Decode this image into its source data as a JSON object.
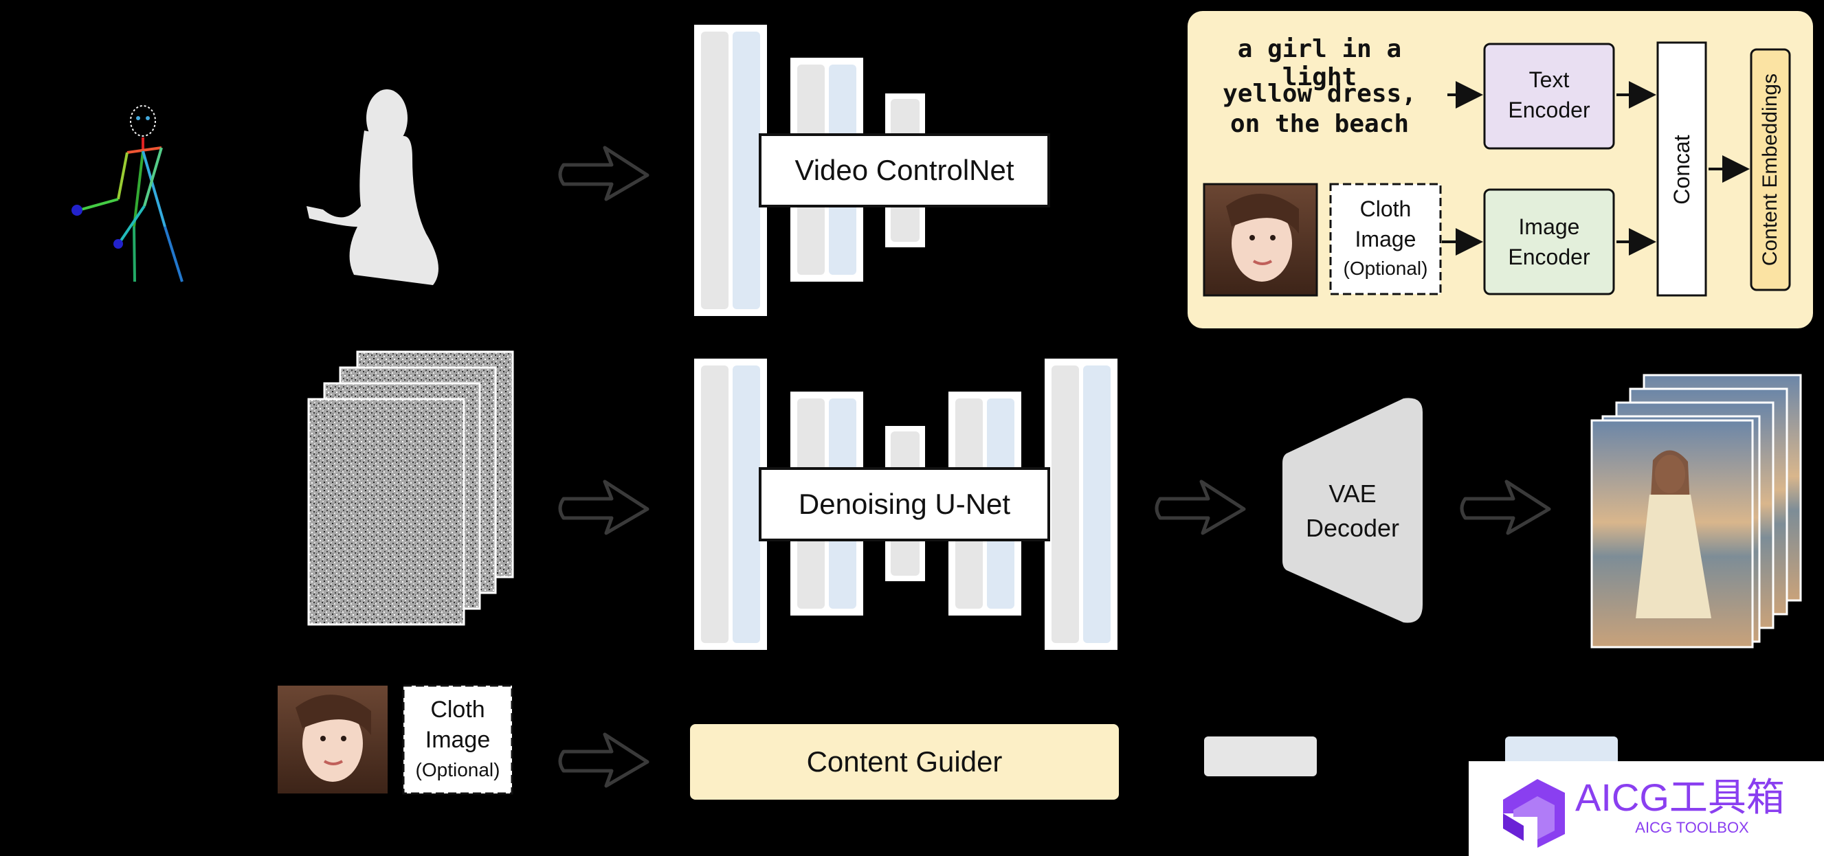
{
  "modules": {
    "video_controlnet": "Video ControlNet",
    "denoising_unet": "Denoising U-Net",
    "vae_decoder_line1": "VAE",
    "vae_decoder_line2": "Decoder",
    "content_guider": "Content Guider"
  },
  "inputs": {
    "cloth_line1": "Cloth",
    "cloth_line2": "Image",
    "cloth_line3": "(Optional)"
  },
  "content_guider_detail": {
    "prompt_line1": "a girl in a light",
    "prompt_line2": "yellow dress,",
    "prompt_line3": "on the beach",
    "text_encoder_line1": "Text",
    "text_encoder_line2": "Encoder",
    "image_encoder_line1": "Image",
    "image_encoder_line2": "Encoder",
    "concat": "Concat",
    "content_embeddings": "Content Embeddings",
    "cloth_line1": "Cloth",
    "cloth_line2": "Image",
    "cloth_line3": "(Optional)"
  },
  "watermark": {
    "title": "AICG工具箱",
    "subtitle": "AICG TOOLBOX"
  },
  "colors": {
    "background": "#000000",
    "panel_yellow": "#fcefc6",
    "block_gray": "#e6e6e6",
    "block_blue": "#dde8f4",
    "text_encoder": "#e9dff2",
    "image_encoder": "#e3efdb",
    "embeddings": "#fbe3a3",
    "vae": "#dcdcdc",
    "accent_purple": "#8a3ff0"
  }
}
